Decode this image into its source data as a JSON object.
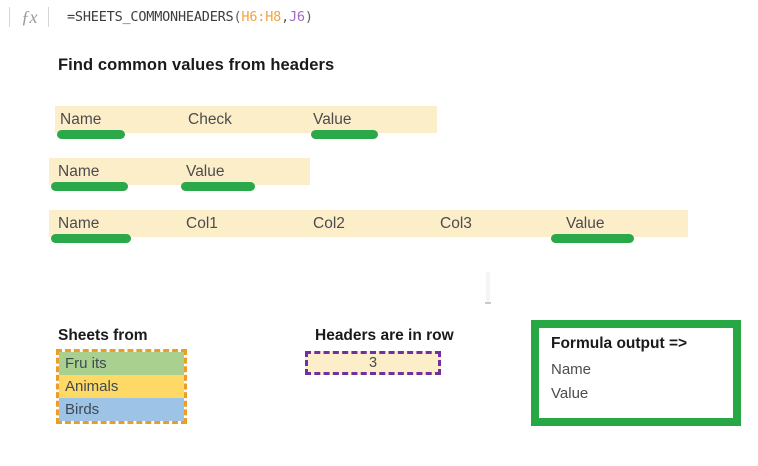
{
  "formula_bar": {
    "fx_icon": "fx-italic-icon",
    "formula_prefix": "=SHEETS_COMMONHEADERS",
    "open_paren": "(",
    "ref1": "H6:H8",
    "separator": ",",
    "ref2": "J6",
    "close_paren": ")",
    "ref1_color": "#f2a33c",
    "ref2_color": "#a06cc4"
  },
  "section": {
    "title": "Find common values from headers"
  },
  "header_rows": [
    {
      "cells": [
        "Name",
        "Check",
        "Value"
      ],
      "highlighted": [
        "Name",
        "Value"
      ]
    },
    {
      "cells": [
        "Name",
        "Value"
      ],
      "highlighted": [
        "Name",
        "Value"
      ]
    },
    {
      "cells": [
        "Name",
        "Col1",
        "Col2",
        "Col3",
        "Value"
      ],
      "highlighted": [
        "Name",
        "Value"
      ]
    }
  ],
  "sheets_block": {
    "label": "Sheets from",
    "items": [
      {
        "name": "Fru its",
        "color": "#a9d08e"
      },
      {
        "name": "Animals",
        "color": "#ffd966"
      },
      {
        "name": "Birds",
        "color": "#9dc3e6"
      }
    ],
    "border_color": "#ed9c28"
  },
  "row_block": {
    "label": "Headers are in row",
    "value": "3",
    "border_color": "#7030a0",
    "fill_color": "#fdeeca"
  },
  "output_block": {
    "title": "Formula output =>",
    "values": [
      "Name",
      "Value"
    ],
    "border_color": "#28a745"
  },
  "colors": {
    "header_fill": "#fdeeca",
    "highlight_green": "#2aa84a"
  }
}
